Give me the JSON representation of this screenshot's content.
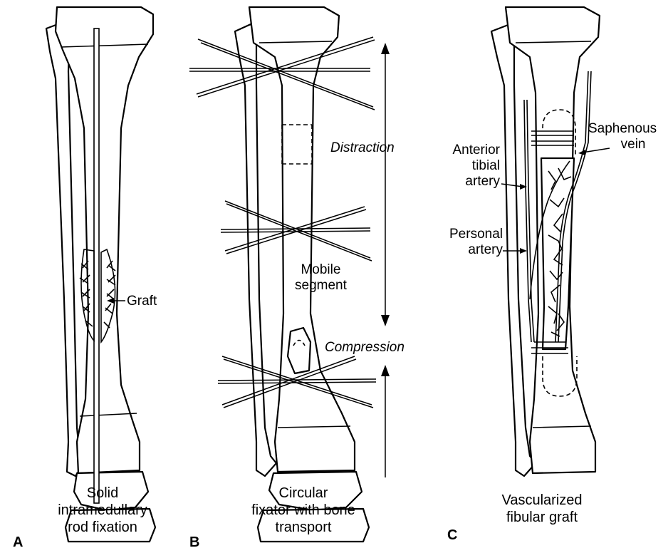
{
  "panels": {
    "a": {
      "letter": "A",
      "caption": [
        "Solid",
        "intramedullary",
        "rod fixation"
      ],
      "labels": {
        "graft": "Graft"
      }
    },
    "b": {
      "letter": "B",
      "caption": [
        "Circular",
        "fixator with bone",
        "transport"
      ],
      "labels": {
        "distraction": "Distraction",
        "compression": "Compression",
        "mobile_segment": [
          "Mobile",
          "segment"
        ]
      }
    },
    "c": {
      "letter": "C",
      "caption": [
        "Vascularized",
        "fibular graft"
      ],
      "labels": {
        "saphenous_vein": [
          "Saphenous",
          "vein"
        ],
        "anterior_tibial_artery": [
          "Anterior",
          "tibial",
          "artery"
        ],
        "personal_artery": [
          "Personal",
          "artery"
        ]
      }
    }
  }
}
